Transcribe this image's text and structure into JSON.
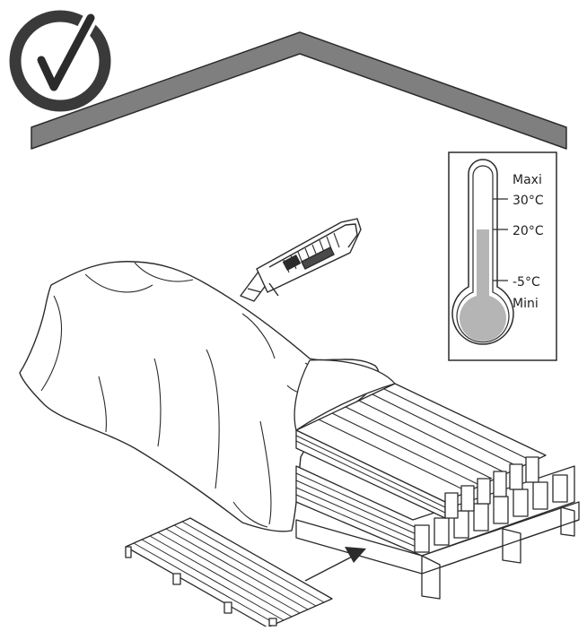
{
  "colors": {
    "background": "#ffffff",
    "outline": "#2b2b2b",
    "roof_fill": "#7f7f7f",
    "thermo_fill": "#b5b5b5",
    "check_ring": "#3a3a3a"
  },
  "icons": {
    "approval": "check-mark-icon",
    "shelter": "roof-icon",
    "tool": "utility-knife-icon",
    "temperature": "thermometer-icon"
  },
  "thermometer": {
    "labels": {
      "maxi": "Maxi",
      "t30": "30°C",
      "t20": "20°C",
      "tm5": "-5°C",
      "mini": "Mini"
    },
    "fill_level_celsius": 20
  }
}
